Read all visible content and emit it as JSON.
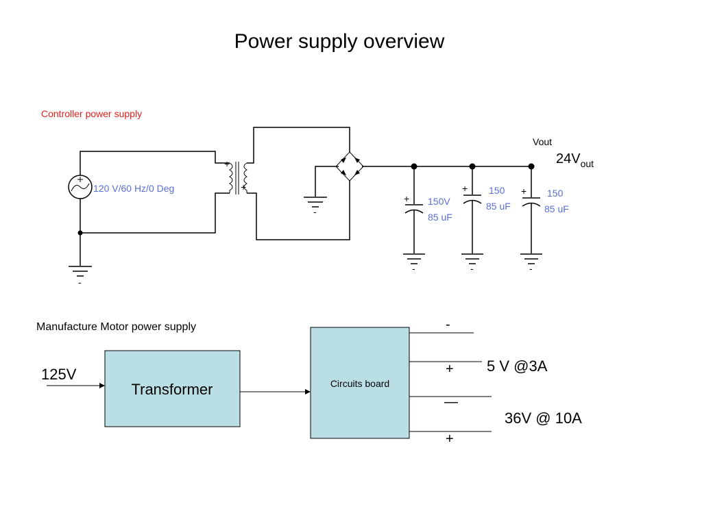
{
  "title": "Power supply overview",
  "controller": {
    "heading": "Controller  power supply",
    "source_label": "120 V/60 Hz/0 Deg",
    "vout_label": "Vout",
    "vout_main": "24V",
    "vout_sub": "out",
    "plus": "+",
    "minus": "-",
    "capacitors": [
      {
        "line1": "150V",
        "line2": "85 uF"
      },
      {
        "line1": "150",
        "line2": "85 uF"
      },
      {
        "line1": "150",
        "line2": "85 uF"
      }
    ]
  },
  "motor": {
    "heading": "Manufacture Motor power supply",
    "input_voltage": "125V",
    "transformer_label": "Transformer",
    "board_label": "Circuits board",
    "terminals": {
      "t1": "-",
      "t2": "+",
      "t3": "—",
      "t4": "+"
    },
    "output_5v": "5 V @3A",
    "output_36v": "36V @ 10A"
  },
  "colors": {
    "heading_red": "#e8201c",
    "label_blue": "#5a6fd6",
    "box_fill": "#b9dee3"
  }
}
